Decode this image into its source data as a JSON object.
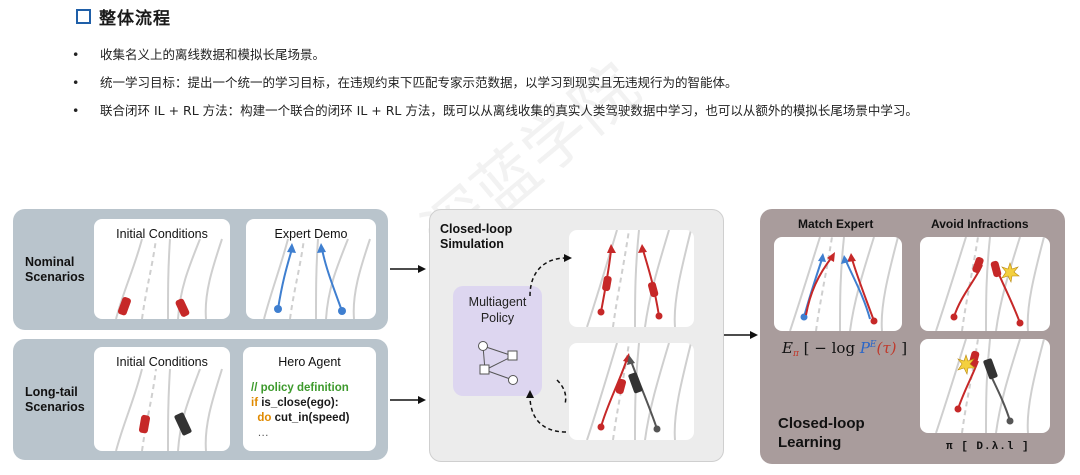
{
  "header": {
    "title": "整体流程"
  },
  "bullets": [
    "收集名义上的离线数据和模拟长尾场景。",
    "统一学习目标：提出一个统一的学习目标，在违规约束下匹配专家示范数据，以学习到现实且无违规行为的智能体。",
    "联合闭环 IL + RL 方法：构建一个联合的闭环 IL + RL 方法，既可以从离线收集的真实人类驾驶数据中学习，也可以从额外的模拟长尾场景中学习。"
  ],
  "bullet_symbol": "•",
  "watermark": "深蓝学院",
  "scenarios": {
    "nominal": {
      "label_line1": "Nominal",
      "label_line2": "Scenarios",
      "card1_title": "Initial Conditions",
      "card2_title": "Expert Demo"
    },
    "longtail": {
      "label_line1": "Long-tail",
      "label_line2": "Scenarios",
      "card1_title": "Initial Conditions",
      "card2_title": "Hero Agent",
      "code": {
        "comment": "// policy definition",
        "kw_if": "if",
        "cond": "is_close(ego):",
        "kw_do": "do",
        "action": "cut_in(speed)",
        "ellipsis": "…"
      }
    }
  },
  "simulation": {
    "label_line1": "Closed-loop",
    "label_line2": "Simulation",
    "policy_line1": "Multiagent",
    "policy_line2": "Policy"
  },
  "learning": {
    "col1_title": "Match Expert",
    "col2_title": "Avoid Infractions",
    "formula": {
      "E": "E",
      "pi": "π",
      "body": "[ − log",
      "P": "P",
      "E_sup": "E",
      "tau": "(τ)",
      "close": "]"
    },
    "label_line1": "Closed-loop",
    "label_line2": "Learning",
    "cut_text": "π [   D.λ.l ]"
  },
  "colors": {
    "title_icon": "#1f5fa8",
    "scenario_panel": "#b9c4cc",
    "sim_panel": "#ececec",
    "policy_box": "#ddd6f0",
    "learn_panel": "#a99c9c",
    "car_red": "#c62828",
    "traj_blue": "#3f7fd0",
    "lane_line": "#cfcfcf"
  },
  "icons": [
    "square-bullet-icon",
    "car-icon",
    "trajectory-arrow-icon",
    "collision-star-icon",
    "policy-graph-icon"
  ]
}
